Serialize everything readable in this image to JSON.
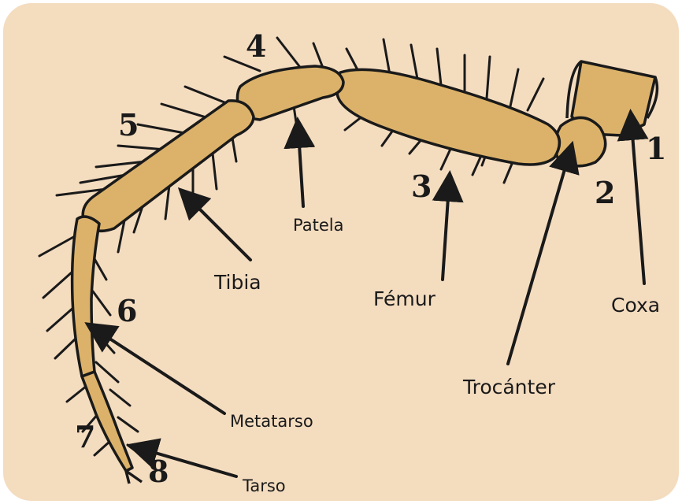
{
  "colors": {
    "background": "#f4dcbf",
    "segment_fill": "#dcb26a",
    "outline": "#1a1a1a",
    "frame": "#ffffff"
  },
  "segments": [
    {
      "number": "1",
      "label": "Coxa"
    },
    {
      "number": "2",
      "label": "Trocánter"
    },
    {
      "number": "3",
      "label": "Fémur"
    },
    {
      "number": "4",
      "label": "Patela"
    },
    {
      "number": "5",
      "label": "Tibia"
    },
    {
      "number": "6",
      "label": "Metatarso"
    },
    {
      "number": "7",
      "label": "Tarso"
    },
    {
      "number": "8",
      "label": ""
    }
  ],
  "labels": {
    "coxa": "Coxa",
    "trocanter": "Trocánter",
    "femur": "Fémur",
    "patela": "Patela",
    "tibia": "Tibia",
    "metatarso": "Metatarso",
    "tarso": "Tarso"
  },
  "numbers": {
    "n1": "1",
    "n2": "2",
    "n3": "3",
    "n4": "4",
    "n5": "5",
    "n6": "6",
    "n7": "7",
    "n8": "8"
  }
}
